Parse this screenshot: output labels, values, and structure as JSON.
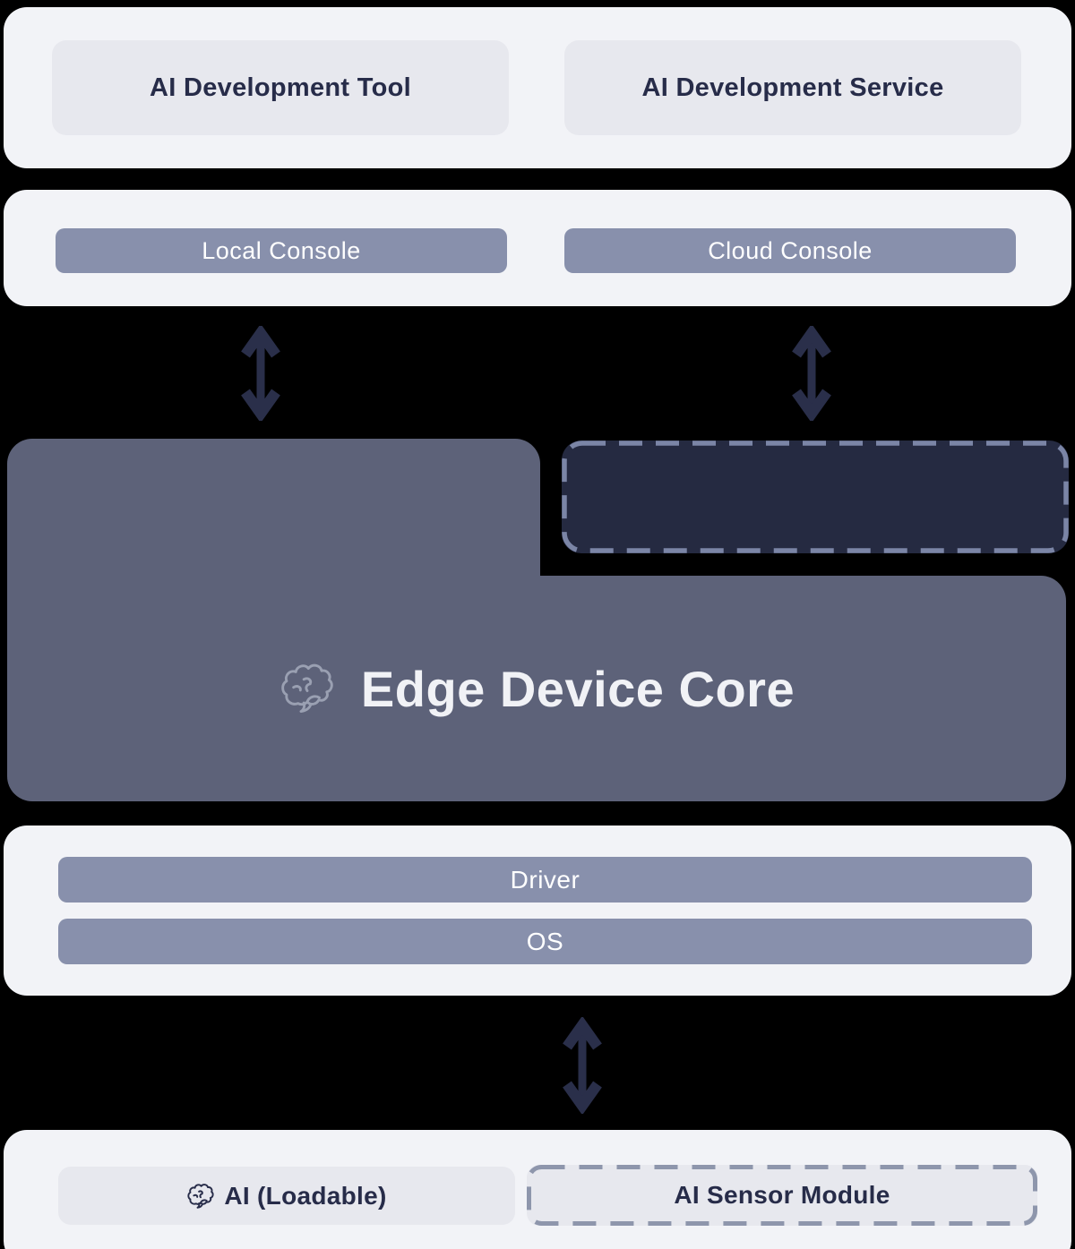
{
  "title": "Edge Device Core architecture diagram",
  "colors": {
    "background": "#000000",
    "panel": "#f2f3f7",
    "light_box": "#e7e8ee",
    "slate_bar": "#8890ac",
    "edge_core_fill": "#5d6279",
    "dashed_box_fill": "#252a41",
    "dashed_border": "#7b85a6",
    "sensor_dashed_border": "#8e96ac",
    "dark_text": "#272c49",
    "light_text": "#f1f2f6",
    "arrow": "#2a2f4a"
  },
  "dev_panel": {
    "tool_label": "AI Development Tool",
    "service_label": "AI Development Service"
  },
  "console_panel": {
    "local_label": "Local Console",
    "cloud_label": "Cloud Console"
  },
  "edge_core": {
    "label": "Edge Device Core",
    "icon": "brain-icon"
  },
  "system_panel": {
    "driver_label": "Driver",
    "os_label": "OS"
  },
  "bottom_panel": {
    "loadable_label": "AI (Loadable)",
    "loadable_icon": "brain-icon",
    "sensor_label": "AI Sensor Module"
  },
  "icons": {
    "brain": "brain-icon",
    "double_arrow": "double-arrow-icon"
  }
}
